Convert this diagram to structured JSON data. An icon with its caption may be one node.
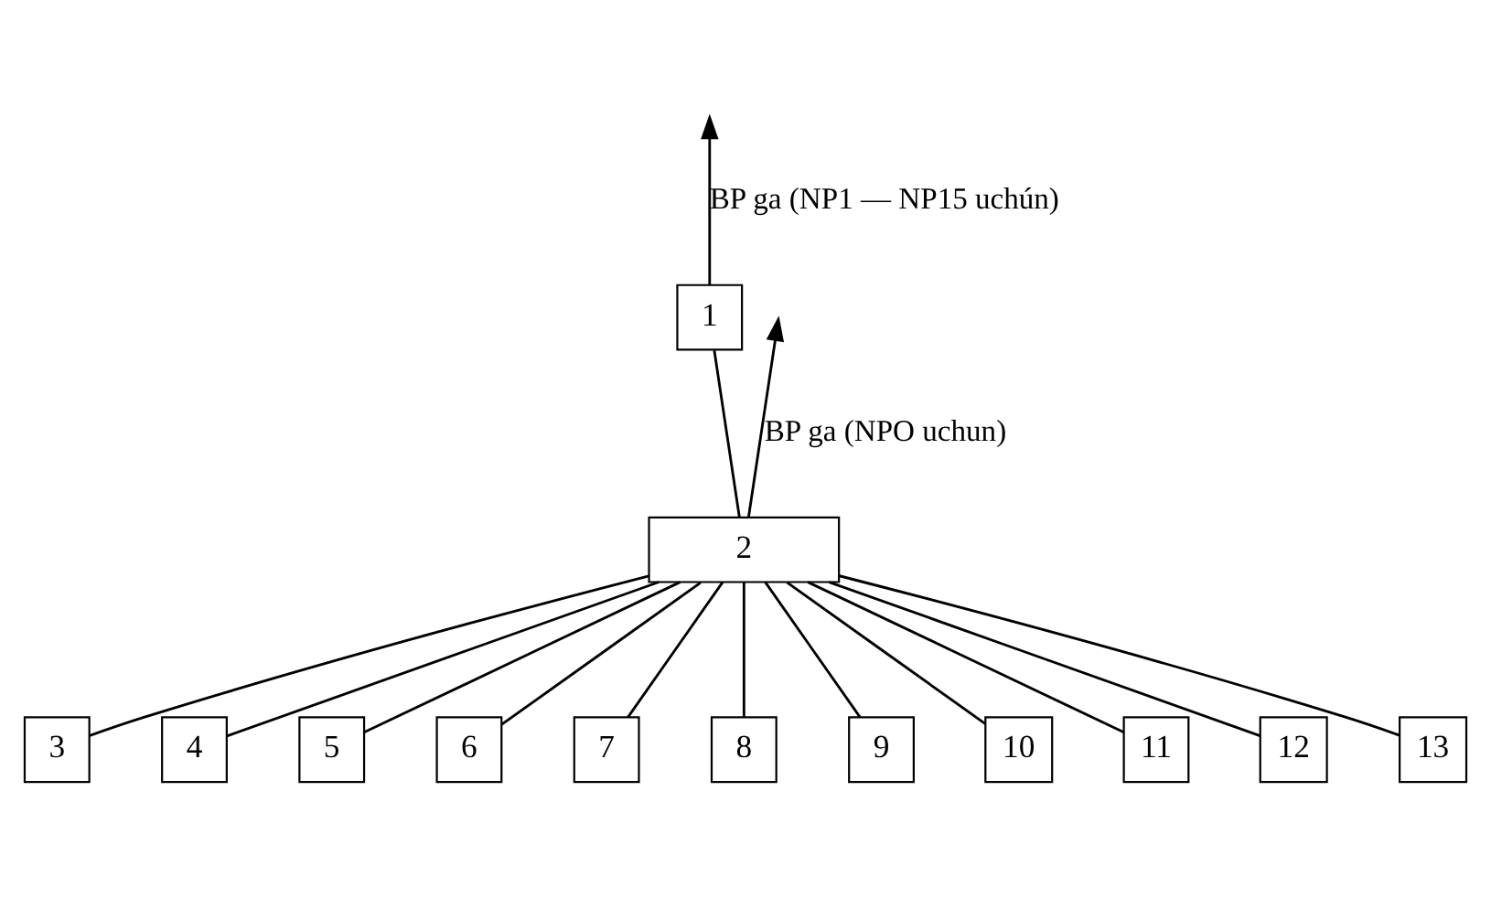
{
  "diagram": {
    "nodes": [
      {
        "text": [
          "1"
        ]
      },
      {
        "text": [
          "2"
        ]
      },
      {
        "text": [
          "3"
        ]
      },
      {
        "text": [
          "4"
        ]
      },
      {
        "text": [
          "5"
        ]
      },
      {
        "text": [
          "6"
        ]
      },
      {
        "text": [
          "7"
        ]
      },
      {
        "text": [
          "8"
        ]
      },
      {
        "text": [
          "9"
        ]
      },
      {
        "text": [
          "10"
        ]
      },
      {
        "text": [
          "11"
        ]
      },
      {
        "text": [
          "12"
        ]
      },
      {
        "text": [
          "13"
        ]
      }
    ],
    "edges": [
      {
        "from": 1,
        "to": null,
        "arrow": "to",
        "label": "BP ga (NPO uchun)"
      },
      {
        "from": 0,
        "to": null,
        "arrow": "to",
        "label": "BP ga (NP1 — NP15 uchún)"
      },
      {
        "from": 1,
        "to": 0,
        "arrow": "none"
      },
      {
        "from": 2,
        "to": 1,
        "arrow": "none"
      },
      {
        "from": 3,
        "to": 1,
        "arrow": "none"
      },
      {
        "from": 4,
        "to": 1,
        "arrow": "none"
      },
      {
        "from": 5,
        "to": 1,
        "arrow": "none"
      },
      {
        "from": 6,
        "to": 1,
        "arrow": "none"
      },
      {
        "from": 7,
        "to": 1,
        "arrow": "none"
      },
      {
        "from": 8,
        "to": 1,
        "arrow": "none"
      },
      {
        "from": 9,
        "to": 1,
        "arrow": "none"
      },
      {
        "from": 10,
        "to": 1,
        "arrow": "none"
      },
      {
        "from": 11,
        "to": 1,
        "arrow": "none"
      },
      {
        "from": 12,
        "to": 1,
        "arrow": "none"
      }
    ]
  }
}
